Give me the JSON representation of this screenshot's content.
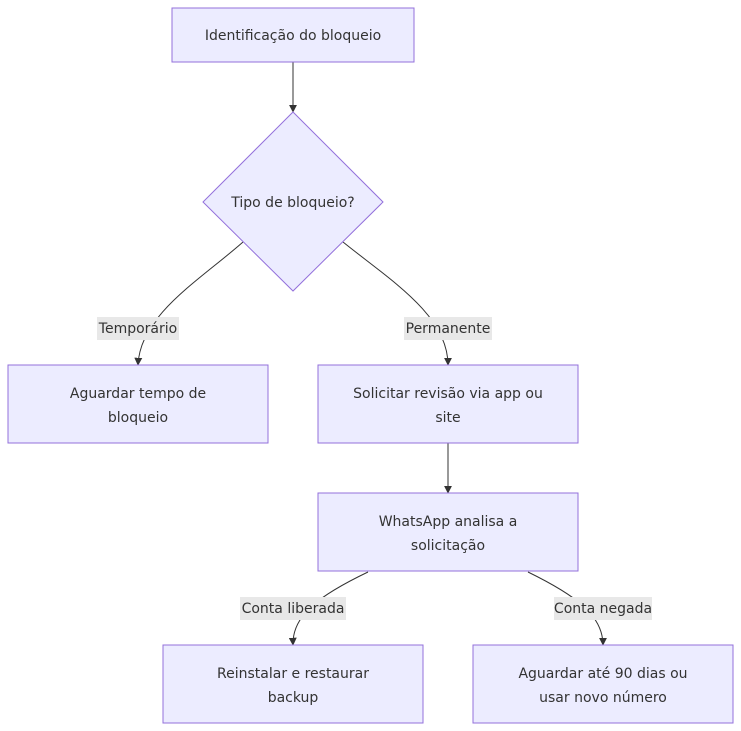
{
  "colors": {
    "node_fill": "#ECECFF",
    "node_stroke": "#9370DB",
    "edge": "#333333",
    "label_bg": "#E8E8E8"
  },
  "nodes": {
    "identificacao": "Identificação do bloqueio",
    "tipo": "Tipo de bloqueio?",
    "aguardar_line1": "Aguardar tempo de",
    "aguardar_line2": "bloqueio",
    "solicitar_line1": "Solicitar revisão via app ou",
    "solicitar_line2": "site",
    "analisa_line1": "WhatsApp analisa a",
    "analisa_line2": "solicitação",
    "reinstalar_line1": "Reinstalar e restaurar",
    "reinstalar_line2": "backup",
    "aguardar90_line1": "Aguardar até 90 dias ou",
    "aguardar90_line2": "usar novo número"
  },
  "edges": {
    "temporario": "Temporário",
    "permanente": "Permanente",
    "liberada": "Conta liberada",
    "negada": "Conta negada"
  }
}
